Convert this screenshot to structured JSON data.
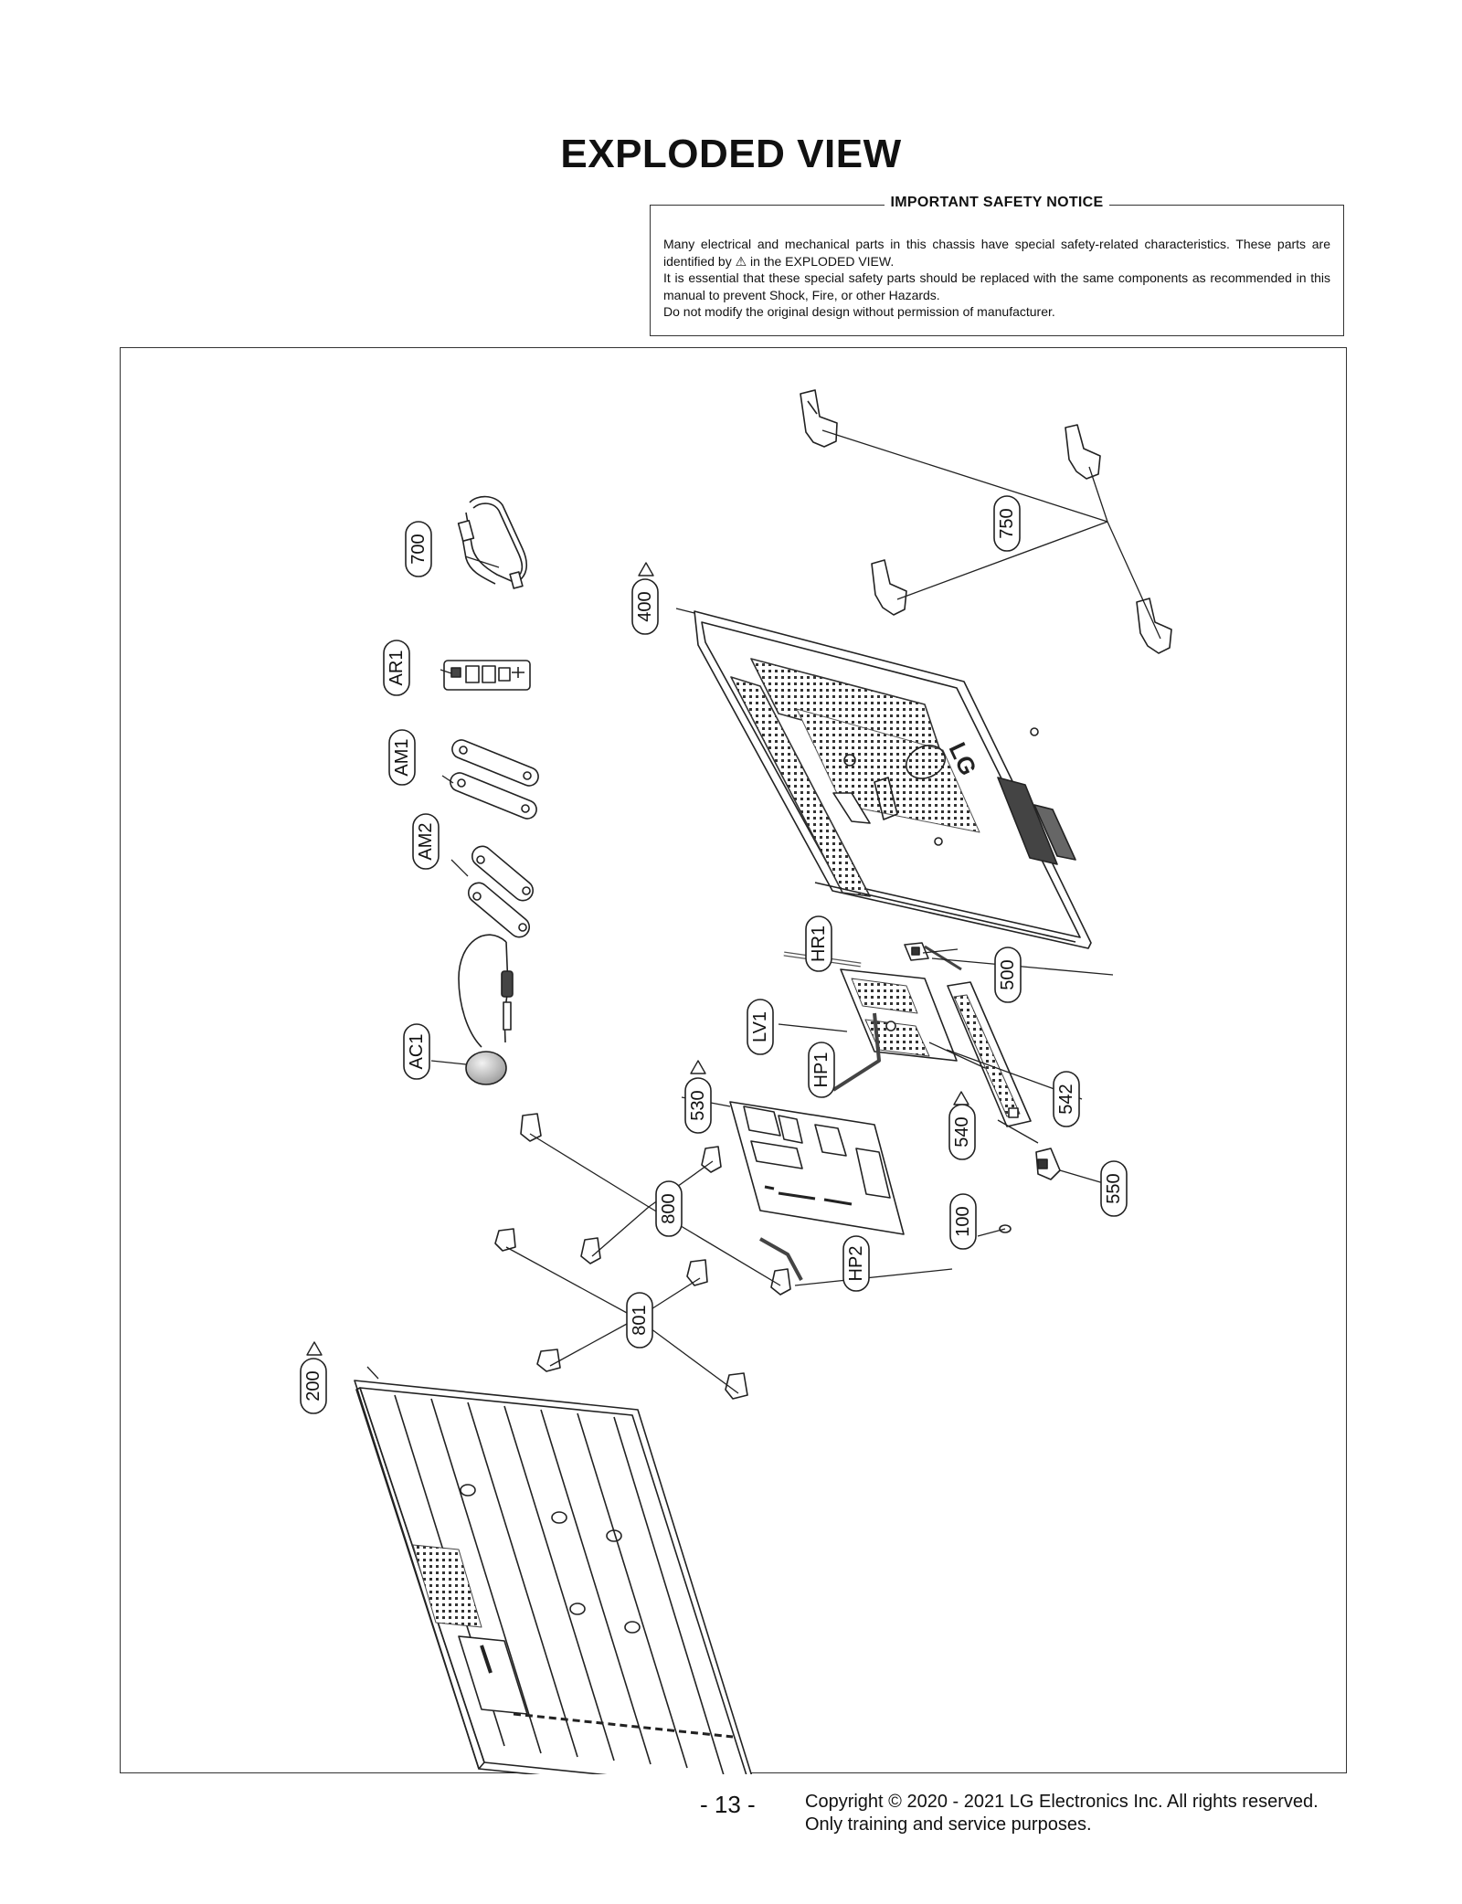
{
  "title": "EXPLODED VIEW",
  "safety_notice": {
    "heading": "IMPORTANT SAFETY NOTICE",
    "lines": [
      "Many electrical and mechanical parts in this chassis have special safety-related characteristics. These parts are identified by ⚠ in the EXPLODED VIEW.",
      "It is essential that these special safety parts should be replaced with the same components as recommended in this manual to prevent Shock, Fire, or other Hazards.",
      "Do not modify the original design without permission of manufacturer."
    ]
  },
  "parts": {
    "p700": "700",
    "pAR1": "AR1",
    "pAM1": "AM1",
    "pAM2": "AM2",
    "pAC1": "AC1",
    "p400": "400",
    "p750": "750",
    "pHR1": "HR1",
    "p500": "500",
    "pLV1": "LV1",
    "pHP1": "HP1",
    "p530": "530",
    "p540": "540",
    "p542": "542",
    "p550": "550",
    "p100": "100",
    "pHP2": "HP2",
    "p800": "800",
    "p801": "801",
    "p200": "200"
  },
  "rear_cover_logo": "LG",
  "footer": {
    "page_number": "- 13 -",
    "copyright_line1": "Copyright © 2020 - 2021 LG Electronics Inc. All rights reserved.",
    "copyright_line2": "Only training and service purposes."
  }
}
